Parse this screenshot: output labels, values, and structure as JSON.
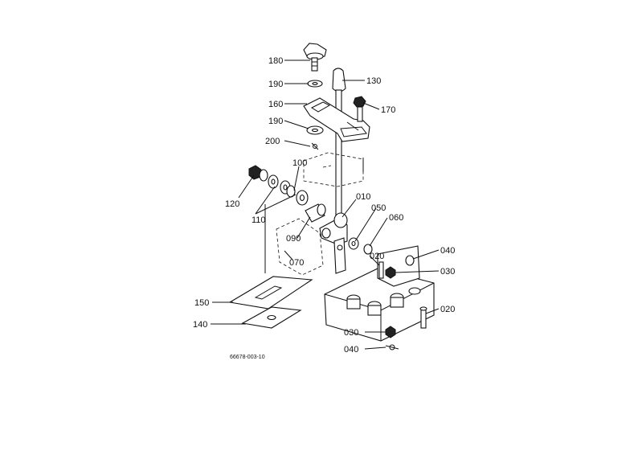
{
  "diagram": {
    "labels": {
      "p180": "180",
      "p190a": "190",
      "p130": "130",
      "p160": "160",
      "p170": "170",
      "p190b": "190",
      "p200": "200",
      "p100": "100",
      "p120": "120",
      "p110": "110",
      "p010": "010",
      "p050": "050",
      "p060": "060",
      "p090": "090",
      "p070": "070",
      "p020a": "020",
      "p040a": "040",
      "p030a": "030",
      "p150": "150",
      "p020b": "020",
      "p140": "140",
      "p030b": "030",
      "p040b": "040"
    },
    "drawing_code": "66678-003-10"
  }
}
